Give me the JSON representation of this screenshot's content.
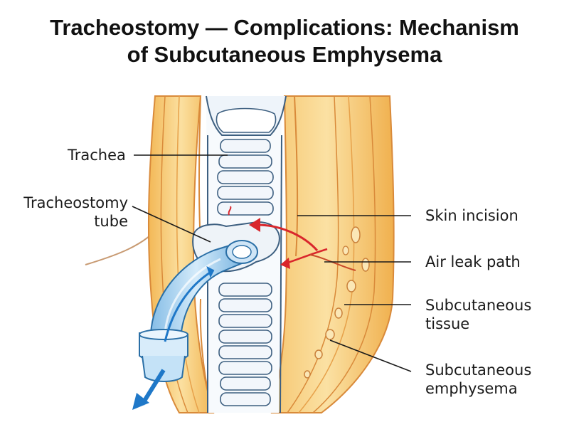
{
  "title": {
    "line1": "Tracheostomy — Complications: Mechanism",
    "line2": "of Subcutaneous Emphysema"
  },
  "labels": {
    "trachea": "Trachea",
    "tube_line1": "Tracheostomy",
    "tube_line2": "tube",
    "skin_incision": "Skin incision",
    "air_leak": "Air leak path",
    "subq_tissue_line1": "Subcutaneous",
    "subq_tissue_line2": "tissue",
    "emphysema_line1": "Subcutaneous",
    "emphysema_line2": "emphysema"
  },
  "colors": {
    "skin_fat": "#f7c56a",
    "skin_light": "#fbe2a6",
    "skin_edge": "#d98a3a",
    "trachea_fill": "#eef4fa",
    "trachea_stroke": "#3d5f80",
    "tube_fill": "#a8d1ef",
    "tube_stroke": "#2a6fa6",
    "air_leak_red": "#d9262c",
    "airflow_blue": "#1f78c8"
  }
}
